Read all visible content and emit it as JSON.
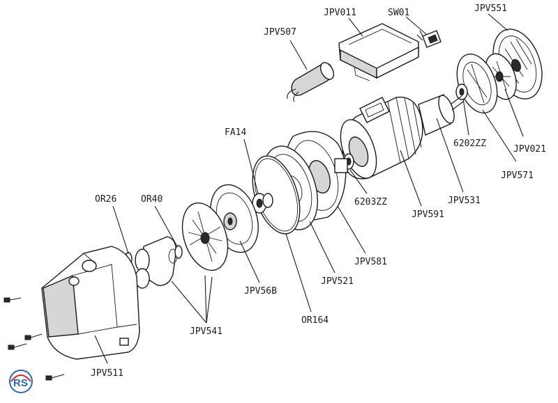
{
  "labels": {
    "jpv507": "JPV507",
    "jpv011": "JPV011",
    "sw01": "SW01",
    "jpv551": "JPV551",
    "fa14": "FA14",
    "or26": "OR26",
    "or40": "OR40",
    "p6202zz": "6202ZZ",
    "jpv021": "JPV021",
    "jpv571": "JPV571",
    "p6203zz": "6203ZZ",
    "jpv531": "JPV531",
    "jpv591": "JPV591",
    "jpv581": "JPV581",
    "jpv521": "JPV521",
    "jpv56b": "JPV56B",
    "or164": "OR164",
    "jpv541": "JPV541",
    "jpv511": "JPV511"
  },
  "logo": {
    "text": "RS",
    "color": "#2a64c8"
  },
  "colors": {
    "line": "#1a1a1a",
    "shade": "#d6d6d6",
    "background": "#ffffff"
  }
}
